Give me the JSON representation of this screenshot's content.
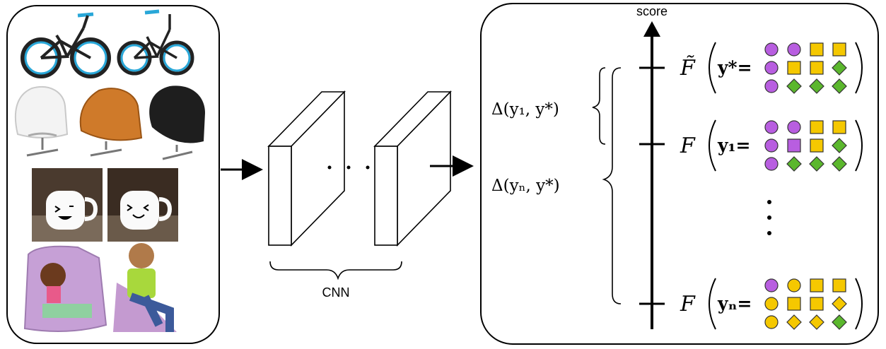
{
  "cnn_label": "CNN",
  "axis_label": "score",
  "deltas": {
    "first": "Δ(y₁, y*)",
    "nth": "Δ(yₙ, y*)"
  },
  "score_rows": [
    {
      "func": "F̃",
      "label": "y*=",
      "grid": [
        [
          "circle:purple",
          "circle:purple",
          "square:yellow",
          "square:yellow"
        ],
        [
          "circle:purple",
          "square:yellow",
          "square:yellow",
          "diamond:green"
        ],
        [
          "circle:purple",
          "diamond:green",
          "diamond:green",
          "diamond:green"
        ]
      ]
    },
    {
      "func": "F",
      "label": "y₁=",
      "grid": [
        [
          "circle:purple",
          "circle:purple",
          "square:yellow",
          "square:yellow"
        ],
        [
          "circle:purple",
          "square:purple",
          "square:yellow",
          "diamond:green"
        ],
        [
          "circle:purple",
          "diamond:green",
          "diamond:green",
          "diamond:green"
        ]
      ]
    },
    {
      "func": "F",
      "label": "yₙ=",
      "grid": [
        [
          "circle:purple",
          "circle:yellow",
          "square:yellow",
          "square:yellow"
        ],
        [
          "circle:yellow",
          "square:yellow",
          "square:yellow",
          "diamond:yellow"
        ],
        [
          "circle:yellow",
          "diamond:yellow",
          "diamond:yellow",
          "diamond:green"
        ]
      ]
    }
  ],
  "colors": {
    "purple": "#b85ee0",
    "yellow": "#f5c800",
    "green": "#5bb72d"
  }
}
